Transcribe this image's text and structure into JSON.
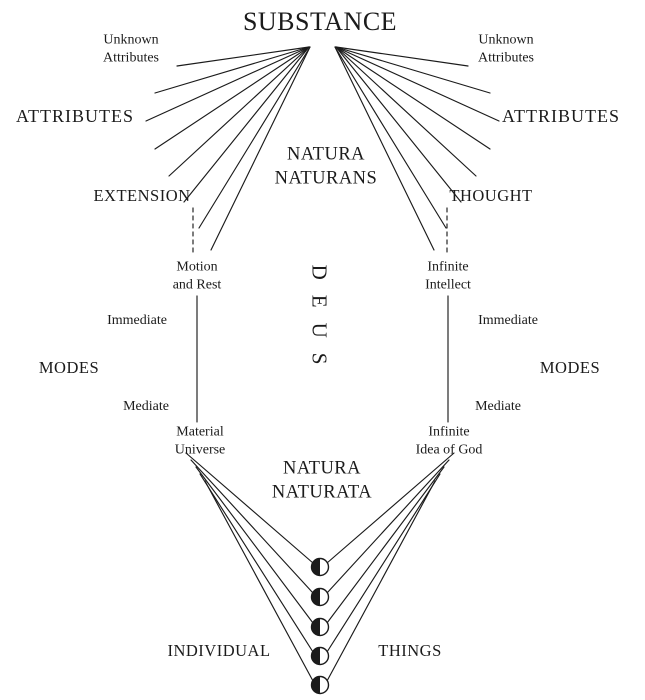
{
  "colors": {
    "ink": "#1b1b1b",
    "background": "#ffffff"
  },
  "labels": {
    "substance": "SUBSTANCE",
    "unknown_attributes_left": "Unknown\nAttributes",
    "unknown_attributes_right": "Unknown\nAttributes",
    "attributes_left": "ATTRIBUTES",
    "attributes_right": "ATTRIBUTES",
    "natura_naturans": "NATURA\nNATURANS",
    "extension": "EXTENSION",
    "thought": "THOUGHT",
    "motion_and_rest": "Motion\nand Rest",
    "infinite_intellect": "Infinite\nIntellect",
    "deus": "DEUS",
    "immediate_left": "Immediate",
    "immediate_right": "Immediate",
    "modes_left": "MODES",
    "modes_right": "MODES",
    "mediate_left": "Mediate",
    "mediate_right": "Mediate",
    "material_universe": "Material\nUniverse",
    "infinite_idea_of_god": "Infinite\nIdea of God",
    "natura_naturata": "NATURA\nNATURATA",
    "individual": "INDIVIDUAL",
    "things": "THINGS"
  },
  "structure": {
    "attribute_rays_per_side": 8,
    "individual_thing_circles": 5
  }
}
